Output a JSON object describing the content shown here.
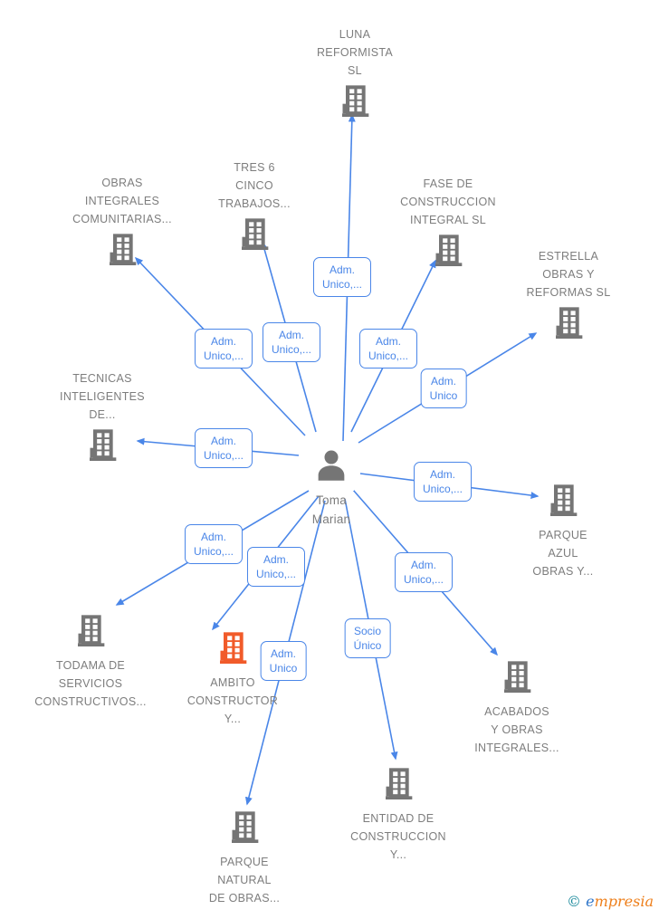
{
  "colors": {
    "edge_blue": "#4a86e8",
    "label_text_blue": "#4a86e8",
    "node_text_gray": "#7d7d7d",
    "icon_gray": "#757575",
    "icon_highlight_orange": "#f15b2a",
    "background": "#ffffff"
  },
  "icons": {
    "company": "building-icon",
    "highlighted_company": "building-icon-orange",
    "person": "person-icon",
    "arrow": "arrowhead-icon"
  },
  "center_person": {
    "name": "Toma Marian",
    "lines": [
      "Toma",
      "Marian"
    ]
  },
  "companies": [
    {
      "name": "LUNA REFORMISTA SL",
      "lines": [
        "LUNA",
        "REFORMISTA",
        "SL"
      ],
      "highlight": false
    },
    {
      "name": "OBRAS INTEGRALES COMUNITARIAS...",
      "lines": [
        "OBRAS",
        "INTEGRALES",
        "COMUNITARIAS..."
      ],
      "highlight": false
    },
    {
      "name": "TRES 6 CINCO TRABAJOS...",
      "lines": [
        "TRES 6",
        "CINCO",
        "TRABAJOS..."
      ],
      "highlight": false
    },
    {
      "name": "FASE DE CONSTRUCCION INTEGRAL SL",
      "lines": [
        "FASE DE",
        "CONSTRUCCION",
        "INTEGRAL  SL"
      ],
      "highlight": false
    },
    {
      "name": "ESTRELLA OBRAS Y REFORMAS SL",
      "lines": [
        "ESTRELLA",
        "OBRAS Y",
        "REFORMAS SL"
      ],
      "highlight": false
    },
    {
      "name": "TECNICAS INTELIGENTES DE...",
      "lines": [
        "TECNICAS",
        "INTELIGENTES",
        "DE..."
      ],
      "highlight": false
    },
    {
      "name": "PARQUE AZUL OBRAS Y...",
      "lines": [
        "PARQUE",
        "AZUL",
        "OBRAS Y..."
      ],
      "highlight": false
    },
    {
      "name": "TODAMA DE SERVICIOS CONSTRUCTIVOS...",
      "lines": [
        "TODAMA DE",
        "SERVICIOS",
        "CONSTRUCTIVOS..."
      ],
      "highlight": false
    },
    {
      "name": "AMBITO CONSTRUCTOR Y...",
      "lines": [
        "AMBITO",
        "CONSTRUCTOR",
        "Y..."
      ],
      "highlight": true
    },
    {
      "name": "ACABADOS Y OBRAS INTEGRALES...",
      "lines": [
        "ACABADOS",
        "Y OBRAS",
        "INTEGRALES..."
      ],
      "highlight": false
    },
    {
      "name": "ENTIDAD DE CONSTRUCCION Y...",
      "lines": [
        "ENTIDAD DE",
        "CONSTRUCCION",
        "Y..."
      ],
      "highlight": false
    },
    {
      "name": "PARQUE NATURAL DE OBRAS...",
      "lines": [
        "PARQUE",
        "NATURAL",
        "DE OBRAS..."
      ],
      "highlight": false
    }
  ],
  "relationships": [
    {
      "source": "Toma Marian",
      "target": "LUNA REFORMISTA SL",
      "role": "Adm. Unico,...",
      "role_lines": [
        "Adm.",
        "Unico,..."
      ]
    },
    {
      "source": "Toma Marian",
      "target": "OBRAS INTEGRALES COMUNITARIAS...",
      "role": "Adm. Unico,...",
      "role_lines": [
        "Adm.",
        "Unico,..."
      ]
    },
    {
      "source": "Toma Marian",
      "target": "TRES 6 CINCO TRABAJOS...",
      "role": "Adm. Unico,...",
      "role_lines": [
        "Adm.",
        "Unico,..."
      ]
    },
    {
      "source": "Toma Marian",
      "target": "FASE DE CONSTRUCCION INTEGRAL SL",
      "role": "Adm. Unico,...",
      "role_lines": [
        "Adm.",
        "Unico,..."
      ]
    },
    {
      "source": "Toma Marian",
      "target": "ESTRELLA OBRAS Y REFORMAS SL",
      "role": "Adm. Unico",
      "role_lines": [
        "Adm.",
        "Unico"
      ]
    },
    {
      "source": "Toma Marian",
      "target": "TECNICAS INTELIGENTES DE...",
      "role": "Adm. Unico,...",
      "role_lines": [
        "Adm.",
        "Unico,..."
      ]
    },
    {
      "source": "Toma Marian",
      "target": "PARQUE AZUL OBRAS Y...",
      "role": "Adm. Unico,...",
      "role_lines": [
        "Adm.",
        "Unico,..."
      ]
    },
    {
      "source": "Toma Marian",
      "target": "TODAMA DE SERVICIOS CONSTRUCTIVOS...",
      "role": "Adm. Unico,...",
      "role_lines": [
        "Adm.",
        "Unico,..."
      ]
    },
    {
      "source": "Toma Marian",
      "target": "AMBITO CONSTRUCTOR Y...",
      "role": "Adm. Unico,...",
      "role_lines": [
        "Adm.",
        "Unico,..."
      ]
    },
    {
      "source": "Toma Marian",
      "target": "ACABADOS Y OBRAS INTEGRALES...",
      "role": "Adm. Unico,...",
      "role_lines": [
        "Adm.",
        "Unico,..."
      ]
    },
    {
      "source": "Toma Marian",
      "target": "ENTIDAD DE CONSTRUCCION Y...",
      "role": "Socio Único",
      "role_lines": [
        "Socio",
        "Único"
      ]
    },
    {
      "source": "Toma Marian",
      "target": "PARQUE NATURAL DE OBRAS...",
      "role": "Adm. Unico",
      "role_lines": [
        "Adm.",
        "Unico"
      ]
    }
  ],
  "footer": {
    "copyright": "©",
    "brand_first": "e",
    "brand_rest": "mpresia"
  }
}
